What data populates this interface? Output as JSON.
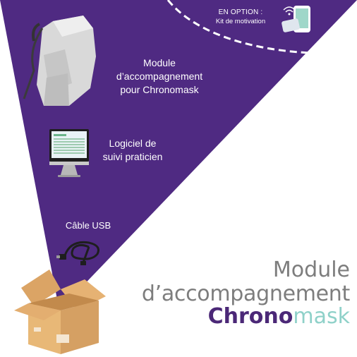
{
  "option": {
    "title": "EN OPTION  :",
    "subtitle": "Kit de motivation",
    "icon": "phone-wifi-icon"
  },
  "items": {
    "module": [
      "Module",
      "d’accompagnement",
      "pour Chronomask"
    ],
    "software": [
      "Logiciel de",
      "suivi praticien"
    ],
    "cable": "Câble USB"
  },
  "brand": {
    "line1": "Module",
    "line2": "d’accompagnement",
    "chrono": "Chrono",
    "mask": "mask"
  },
  "colors": {
    "purple": "#4f2a82",
    "grey_text": "#7d7d7d",
    "teal": "#8fd1c9",
    "box": "#e8b877"
  }
}
